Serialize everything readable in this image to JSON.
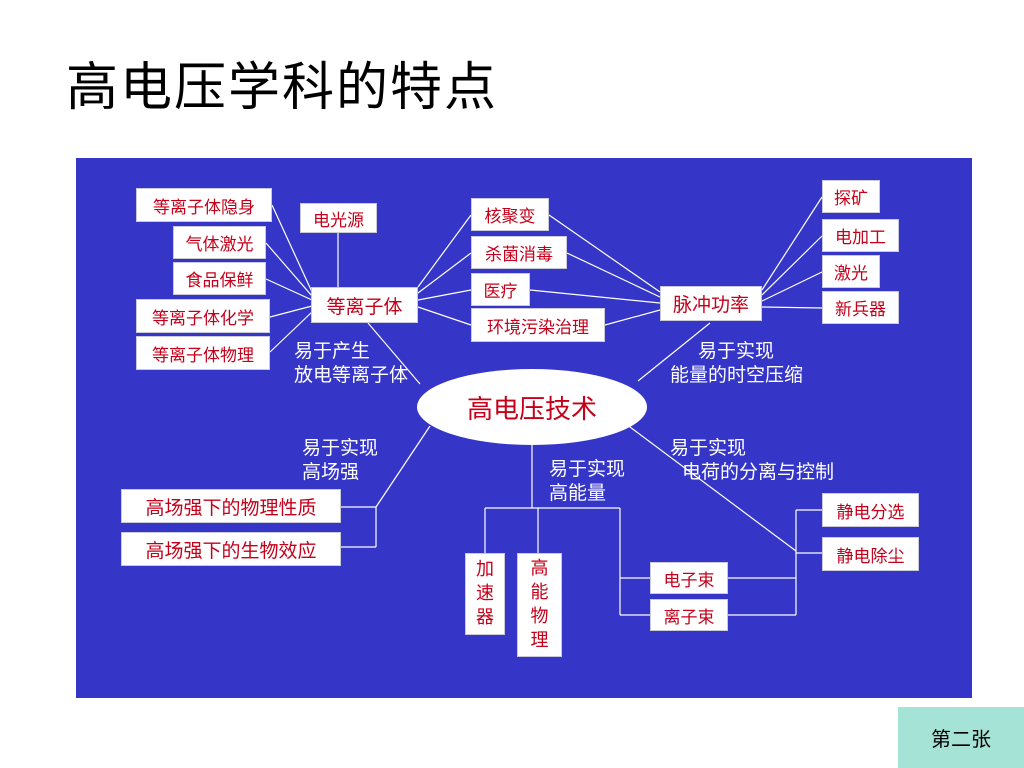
{
  "slide_title": "高电压学科的特点",
  "center_node": "高电压技术",
  "footer_label": "第二张",
  "plasma": {
    "hub": "等离子体",
    "apps": [
      "等离子体隐身",
      "气体激光",
      "食品保鲜",
      "等离子体化学",
      "等离子体物理"
    ],
    "light_source": "电光源",
    "caption": [
      "易于产生",
      "放电等离子体"
    ]
  },
  "shared_apps": [
    "核聚变",
    "杀菌消毒",
    "医疗",
    "环境污染治理"
  ],
  "pulse": {
    "hub": "脉冲功率",
    "apps": [
      "探矿",
      "电加工",
      "激光",
      "新兵器"
    ],
    "caption": [
      "易于实现",
      "能量的时空压缩"
    ]
  },
  "field": {
    "caption": [
      "易于实现",
      "高场强"
    ],
    "apps": [
      "高场强下的物理性质",
      "高场强下的生物效应"
    ]
  },
  "energy": {
    "caption": [
      "易于实现",
      "高能量"
    ],
    "accelerator": [
      "加",
      "速",
      "器"
    ],
    "physics": [
      "高",
      "能",
      "物",
      "理"
    ]
  },
  "charge": {
    "caption": [
      "易于实现",
      "电荷的分离与控制"
    ],
    "beams": [
      "电子束",
      "离子束"
    ],
    "electrostatic": [
      "静电分选",
      "静电除尘"
    ]
  }
}
